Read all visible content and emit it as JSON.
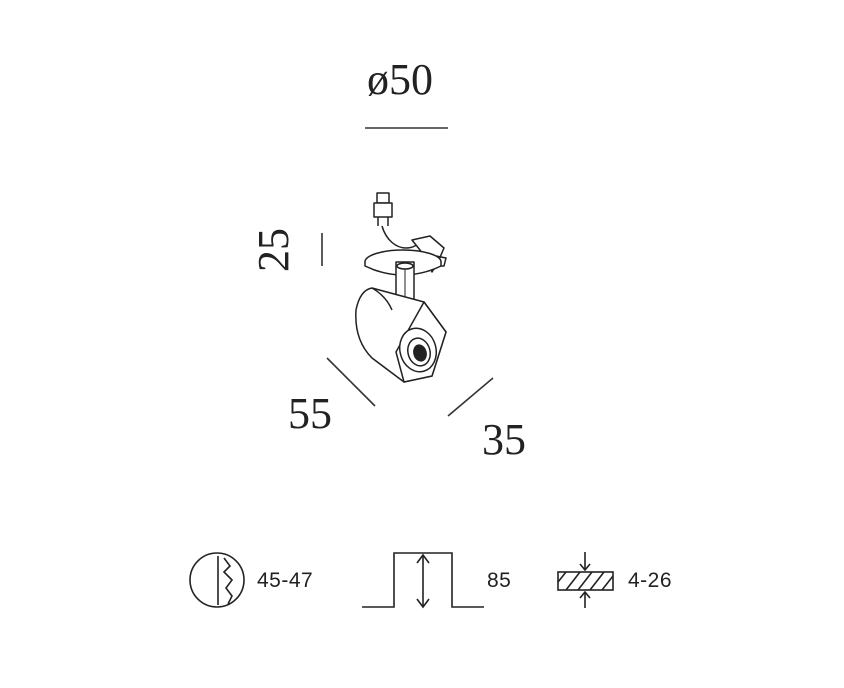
{
  "dimensions": {
    "diameter": "ø50",
    "height": "25",
    "length": "55",
    "width": "35"
  },
  "specs": {
    "ceiling_cutout": "45-47",
    "recess_depth": "85",
    "ceiling_thickness": "4-26"
  }
}
